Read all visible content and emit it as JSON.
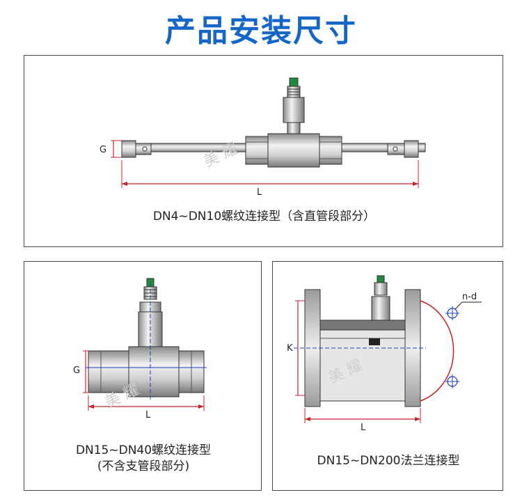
{
  "title": "产品安装尺寸",
  "watermark": "美 耀",
  "colors": {
    "title": "#1466c8",
    "dimension": "#c8202a",
    "accent": "#1a40b8",
    "metal": "#bcbcbc",
    "outline": "#333333"
  },
  "panels": {
    "top": {
      "caption": "DN4~DN10螺纹连接型（含直管段部分）",
      "dim_g": "G",
      "dim_l": "L"
    },
    "bottom_left": {
      "caption_line1": "DN15~DN40螺纹连接型",
      "caption_line2": "(不含支管段部分)",
      "dim_g": "G",
      "dim_l": "L"
    },
    "bottom_right": {
      "caption": "DN15~DN200法兰连接型",
      "dim_k": "K",
      "dim_l": "L",
      "dim_nd": "n-d"
    }
  }
}
